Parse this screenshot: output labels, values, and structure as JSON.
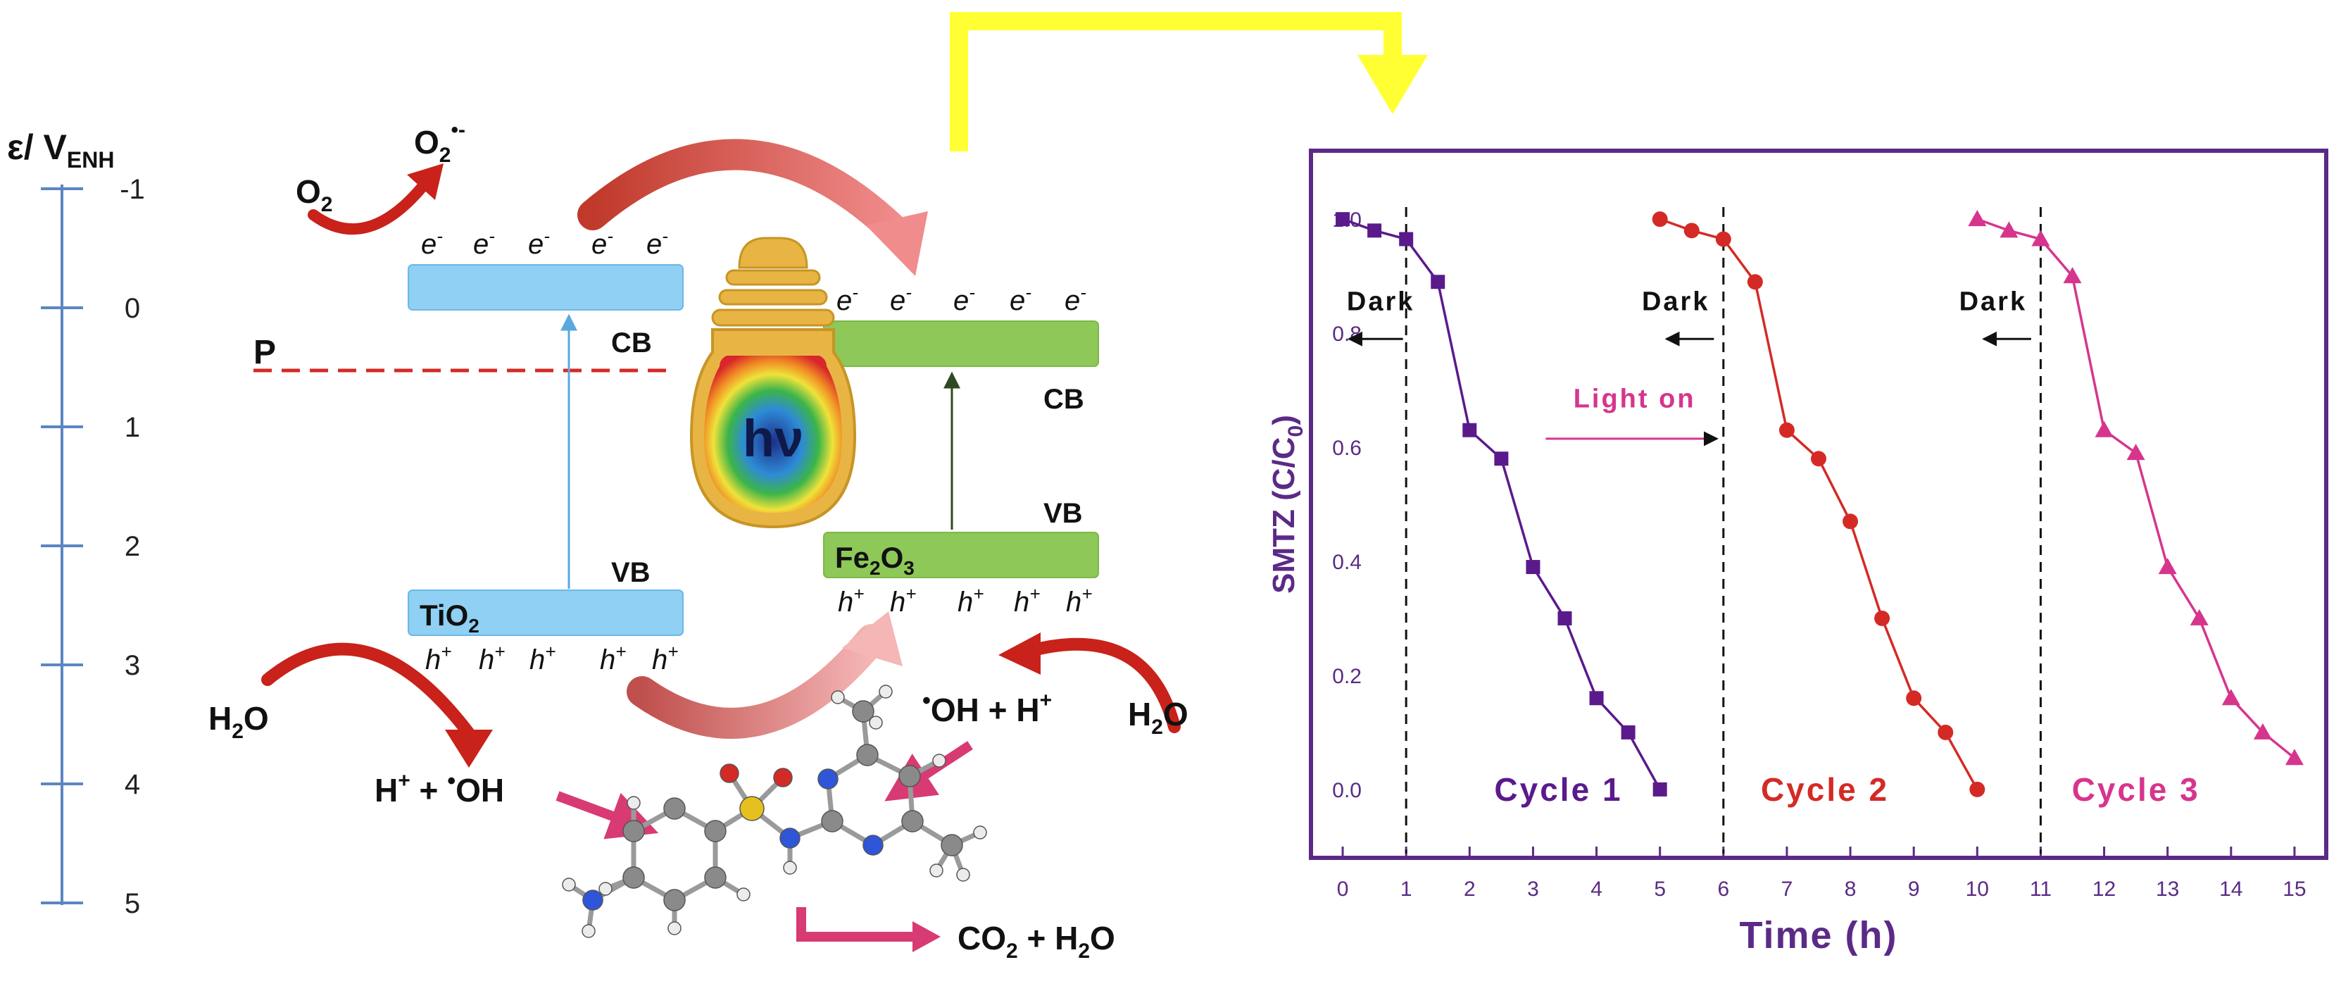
{
  "scale": {
    "title_main": "ε/ V",
    "title_sub": "ENH",
    "ticks": [
      "-1",
      "0",
      "1",
      "2",
      "3",
      "4",
      "5"
    ]
  },
  "scheme": {
    "o2": "O",
    "o2_sub": "2",
    "superoxide": "O",
    "superoxide_sub": "2",
    "superoxide_sup": "•-",
    "p_label": "P",
    "tio2_cb": "CB",
    "tio2_vb": "VB",
    "tio2_label": "TiO",
    "tio2_sub": "2",
    "fe2o3_cb": "CB",
    "fe2o3_vb": "VB",
    "fe2o3_label_a": "Fe",
    "fe2o3_label_b": "O",
    "fe2o3_sub_a": "2",
    "fe2o3_sub_b": "3",
    "electron": "e",
    "electron_sup": "-",
    "hole": "h",
    "hole_sup": "+",
    "bulb_text": "hν",
    "h2o_left": "H",
    "h2o_left_sub": "2",
    "h2o_left_end": "O",
    "h2o_right": "H",
    "h2o_right_sub": "2",
    "h2o_right_end": "O",
    "products_left_a": "H",
    "products_left_sup1": "+",
    "products_left_b": " + ",
    "products_left_dot": "•",
    "products_left_c": "OH",
    "products_right_dot": "•",
    "products_right_a": "OH + H",
    "products_right_sup": "+",
    "final_a": "CO",
    "final_sub1": "2",
    "final_b": " + H",
    "final_sub2": "2",
    "final_c": "O"
  },
  "colors": {
    "tio2_band": "#8fd0f4",
    "fe2o3_band": "#8dc858",
    "scale_line": "#5b86c2",
    "chart_frame": "#5b2a86",
    "flow_arrow": "#ffff33",
    "cycle1": "#5b1a8c",
    "cycle2": "#d42a26",
    "cycle3": "#d6358e",
    "red_arrow": "#c8221a",
    "pink_arrow": "#d83a74"
  },
  "chart_data": {
    "type": "line",
    "title": "",
    "xlabel": "Time (h)",
    "ylabel_main": "SMTZ (C/C",
    "ylabel_sub": "0",
    "ylabel_end": ")",
    "xlim": [
      -0.5,
      15.5
    ],
    "ylim": [
      -0.12,
      1.12
    ],
    "xticks": [
      0,
      1,
      2,
      3,
      4,
      5,
      6,
      7,
      8,
      9,
      10,
      11,
      12,
      13,
      14,
      15
    ],
    "yticks": [
      "0.0",
      "0.2",
      "0.4",
      "0.6",
      "0.8",
      "1.0"
    ],
    "yticks_values": [
      0.0,
      0.2,
      0.4,
      0.6,
      0.8,
      1.0
    ],
    "grid": false,
    "series": [
      {
        "name": "Cycle 1",
        "color": "#5b1a8c",
        "marker": "square",
        "x": [
          0,
          0.5,
          1,
          1.5,
          2,
          2.5,
          3,
          3.5,
          4,
          4.5,
          5
        ],
        "y": [
          1.0,
          0.98,
          0.965,
          0.89,
          0.63,
          0.58,
          0.39,
          0.3,
          0.16,
          0.1,
          0.0
        ]
      },
      {
        "name": "Cycle 2",
        "color": "#d42a26",
        "marker": "circle",
        "x": [
          5,
          5.5,
          6,
          6.5,
          7,
          7.5,
          8,
          8.5,
          9,
          9.5,
          10
        ],
        "y": [
          1.0,
          0.98,
          0.965,
          0.89,
          0.63,
          0.58,
          0.47,
          0.3,
          0.16,
          0.1,
          0.0
        ]
      },
      {
        "name": "Cycle 3",
        "color": "#d6358e",
        "marker": "triangle",
        "x": [
          10,
          10.5,
          11,
          11.5,
          12,
          12.5,
          13,
          13.5,
          14,
          14.5,
          15
        ],
        "y": [
          1.0,
          0.98,
          0.965,
          0.9,
          0.63,
          0.59,
          0.39,
          0.3,
          0.16,
          0.1,
          0.055
        ]
      }
    ],
    "dashed_lines_x": [
      1,
      6,
      11
    ],
    "annotations": [
      {
        "text": "Dark",
        "x": 0.6,
        "y": 0.84
      },
      {
        "text": "Dark",
        "x": 5.25,
        "y": 0.84
      },
      {
        "text": "Dark",
        "x": 10.25,
        "y": 0.84
      },
      {
        "text": "Light on",
        "x": 4.6,
        "y": 0.67
      },
      {
        "text": "Cycle 1",
        "x": 3.4,
        "y": -0.02
      },
      {
        "text": "Cycle 2",
        "x": 7.6,
        "y": -0.02
      },
      {
        "text": "Cycle 3",
        "x": 12.5,
        "y": -0.02
      }
    ]
  }
}
